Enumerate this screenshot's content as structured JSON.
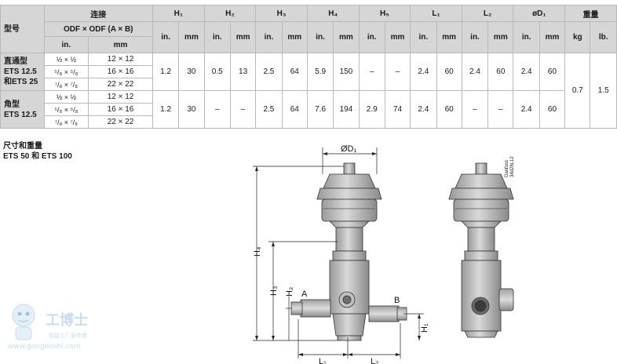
{
  "table": {
    "headers": {
      "model": "型号",
      "connection": "连接",
      "odf": "ODF × ODF (A × B)",
      "h1": "H₁",
      "h2": "H₂",
      "h3": "H₃",
      "h4": "H₄",
      "h5": "H₅",
      "l1": "L₁",
      "l2": "L₂",
      "d1": "øD₁",
      "weight": "重量",
      "in": "in.",
      "mm": "mm",
      "kg": "kg",
      "lb": "lb."
    },
    "groups": [
      {
        "model_lines": [
          "直通型",
          "ETS 12.5",
          "和ETS 25"
        ],
        "connections": [
          {
            "in": "½ × ½",
            "mm": "12 × 12"
          },
          {
            "in": "⁵/₈ × ⁵/₈",
            "mm": "16 × 16"
          },
          {
            "in": "⁷/₈ × ⁷/₈",
            "mm": "22 × 22"
          }
        ],
        "dims": [
          "1.2",
          "30",
          "0.5",
          "13",
          "2.5",
          "64",
          "5.9",
          "150",
          "–",
          "–",
          "2.4",
          "60",
          "2.4",
          "60",
          "2.4",
          "60"
        ]
      },
      {
        "model_lines": [
          "角型",
          "ETS 12.5"
        ],
        "connections": [
          {
            "in": "½ × ½",
            "mm": "12 × 12"
          },
          {
            "in": "⁵/₈ × ⁵/₈",
            "mm": "16 × 16"
          },
          {
            "in": "⁷/₈ × ⁷/₈",
            "mm": "22 × 22"
          }
        ],
        "dims": [
          "1.2",
          "30",
          "–",
          "–",
          "2.5",
          "64",
          "7.6",
          "194",
          "2.9",
          "74",
          "2.4",
          "60",
          "–",
          "–",
          "2.4",
          "60"
        ]
      }
    ],
    "weight": {
      "kg": "0.7",
      "lb": "1.5"
    }
  },
  "caption": {
    "line1": "尺寸和重量",
    "line2": "ETS 50 和 ETS 100"
  },
  "drawing": {
    "labels": {
      "d1": "ØD₁",
      "h4": "H₄",
      "h3": "H₃",
      "h2": "H₂",
      "h1": "H₁",
      "l1": "L₁",
      "l2": "L₂",
      "a": "A",
      "b": "B",
      "code_line1": "Danfoss",
      "code_line2": "34d28L12"
    }
  },
  "watermark": {
    "name": "工博士",
    "tagline": "智能工厂服务商",
    "url": "www.gongboshi.com"
  }
}
